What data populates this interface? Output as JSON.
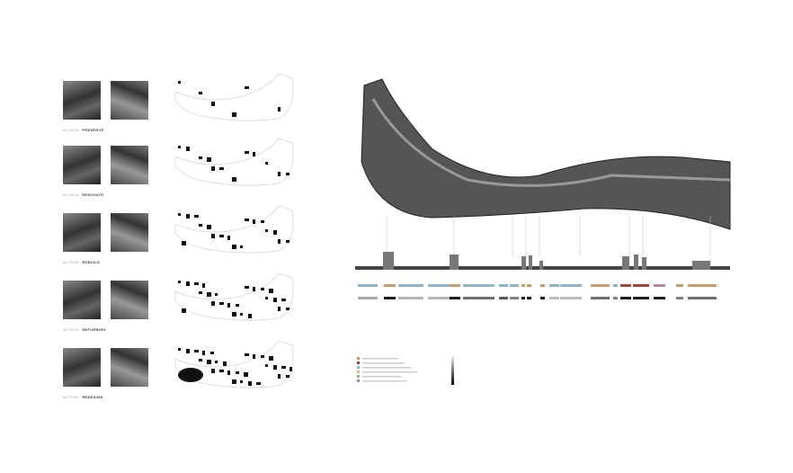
{
  "actions": [
    {
      "prefix": "ACTION:",
      "label": "PRESERVE"
    },
    {
      "prefix": "ACTION:",
      "label": "RENOVATE"
    },
    {
      "prefix": "ACTION:",
      "label": "REBUILD"
    },
    {
      "prefix": "ACTION:",
      "label": "REFURBISH"
    },
    {
      "prefix": "ACTION:",
      "label": "REDESIGN"
    }
  ],
  "colors": {
    "blue": "#8fb3c9",
    "orange": "#c99a6a",
    "yellow": "#c8c27a",
    "red": "#a0463c",
    "purple": "#b388a8",
    "green": "#9bb08a"
  },
  "legend_swatches": [
    "#c99a6a",
    "#a0463c",
    "#8fb3c9",
    "#c8c27a",
    "#9bb08a",
    "#b388a8"
  ],
  "use_bar": [
    "blue",
    "orange",
    "blue",
    "blue",
    "orange",
    "blue",
    "blue",
    "blue",
    "orange",
    "orange",
    "orange",
    "blue",
    "blue",
    "orange",
    "blue",
    "red",
    "red",
    "purple",
    "orange",
    "orange"
  ],
  "density_bar": [
    0.3,
    1,
    0.25,
    0.25,
    1,
    0.6,
    0.7,
    0.5,
    1,
    1,
    1,
    0.2,
    0.2,
    0.6,
    0.5,
    1,
    1,
    1,
    0.5,
    0.6
  ]
}
